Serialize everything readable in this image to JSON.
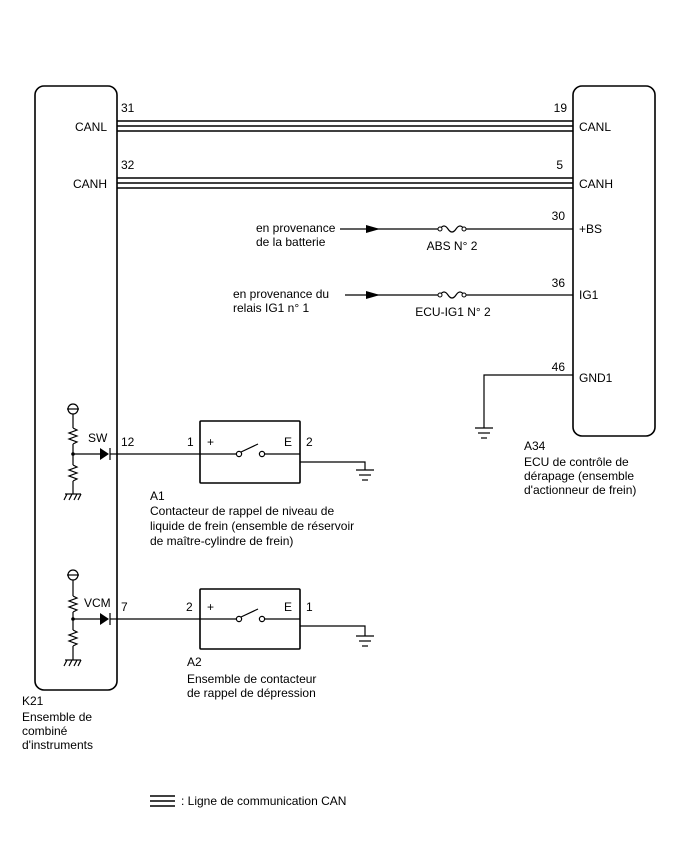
{
  "components": {
    "k21": {
      "ref": "K21",
      "name_lines": [
        "Ensemble de",
        "combiné",
        "d'instruments"
      ],
      "pins": {
        "canl_num": "31",
        "canl": "CANL",
        "canh_num": "32",
        "canh": "CANH",
        "sw": "SW",
        "sw_num": "12",
        "vcm": "VCM",
        "vcm_num": "7"
      }
    },
    "a34": {
      "ref": "A34",
      "name_lines": [
        "ECU de contrôle de",
        "dérapage (ensemble",
        "d'actionneur de frein)"
      ],
      "pins": {
        "canl_num": "19",
        "canl": "CANL",
        "canh_num": "5",
        "canh": "CANH",
        "bs_num": "30",
        "bs": "+BS",
        "ig1_num": "36",
        "ig1": "IG1",
        "gnd_num": "46",
        "gnd": "GND1"
      }
    },
    "a1": {
      "ref": "A1",
      "name_lines": [
        "Contacteur de rappel de niveau de",
        "liquide de frein (ensemble de réservoir",
        "de maître-cylindre de frein)"
      ],
      "pin_left": "1",
      "plus": "+",
      "e": "E",
      "pin_right": "2"
    },
    "a2": {
      "ref": "A2",
      "name_lines": [
        "Ensemble de contacteur",
        "de rappel de dépression"
      ],
      "pin_left": "2",
      "plus": "+",
      "e": "E",
      "pin_right": "1"
    }
  },
  "sources": {
    "battery_lines": [
      "en provenance",
      "de la batterie"
    ],
    "relay_lines": [
      "en provenance du",
      "relais IG1 n° 1"
    ]
  },
  "fuses": {
    "abs": "ABS N° 2",
    "ecu_ig1": "ECU-IG1 N° 2"
  },
  "legend": {
    "text": ": Ligne de communication CAN"
  }
}
